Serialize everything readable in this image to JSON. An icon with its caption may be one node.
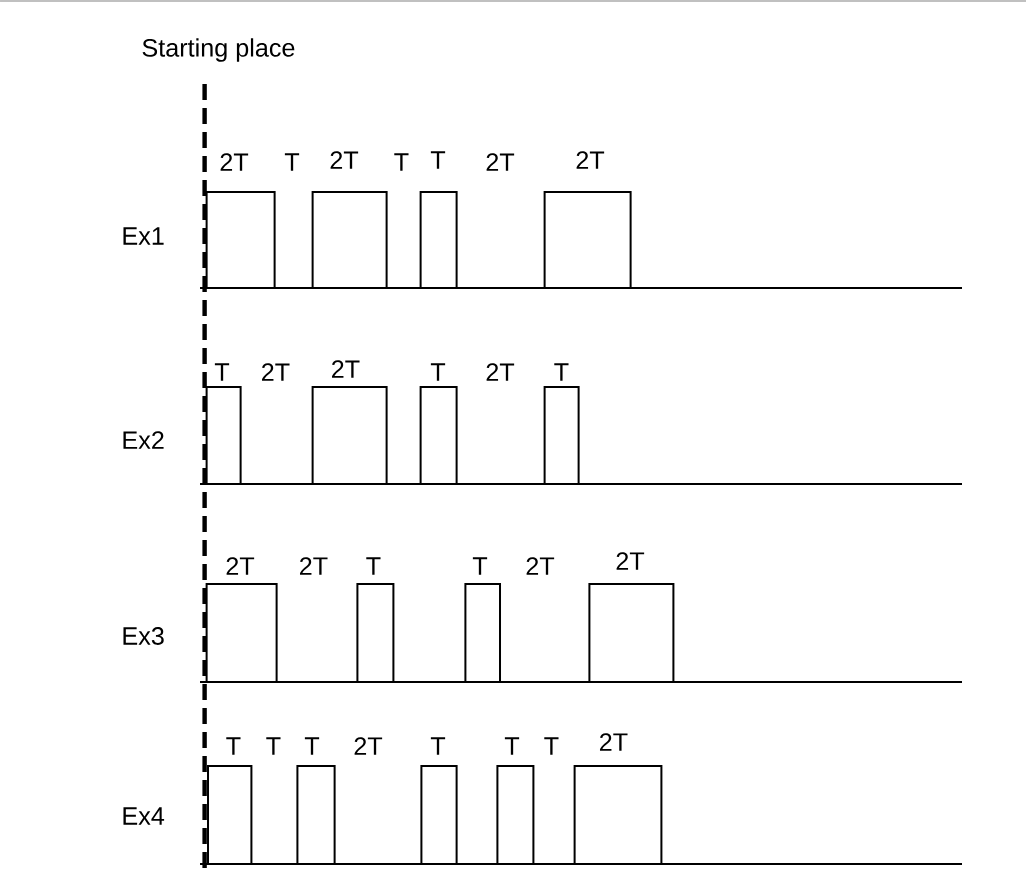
{
  "diagram": {
    "labels": [
      "Starting place",
      "2T",
      "T",
      "2T",
      "T",
      "T",
      "2T",
      "2T",
      "Ex1",
      "T",
      "2T",
      "2T",
      "T",
      "2T",
      "T",
      "Ex2",
      "2T",
      "2T",
      "T",
      "T",
      "2T",
      "2T",
      "Ex3",
      "T",
      "T",
      "T",
      "2T",
      "T",
      "T",
      "T",
      "2T",
      "Ex4"
    ]
  }
}
